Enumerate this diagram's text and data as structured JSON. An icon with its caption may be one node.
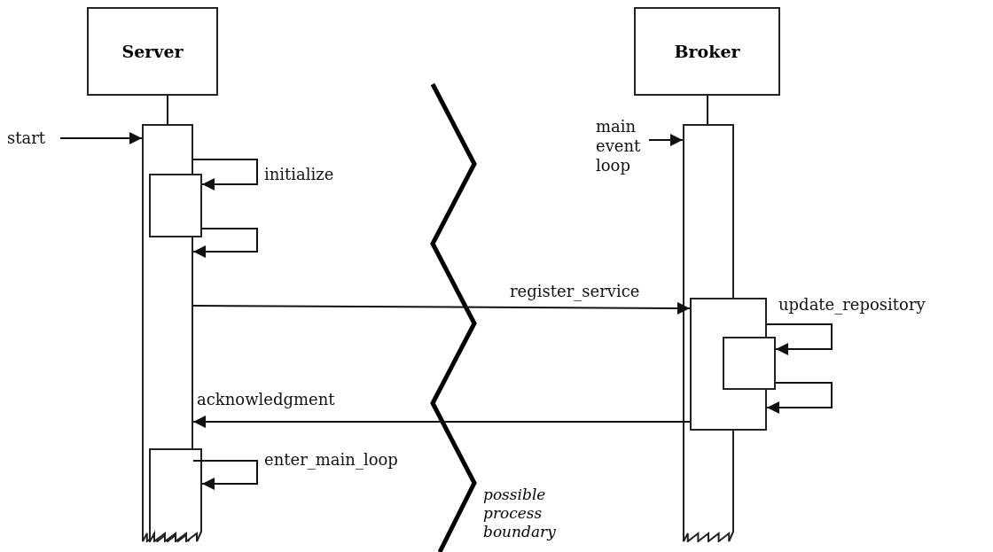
{
  "diagram": {
    "nodes": [
      {
        "text": [
          "Server"
        ]
      },
      {
        "text": [],
        "shape": "bar"
      },
      {
        "text": [],
        "shape": "bar"
      },
      {
        "text": [],
        "shape": "bar"
      },
      {
        "text": [
          "Broker"
        ]
      },
      {
        "text": [],
        "shape": "bar"
      },
      {
        "text": [],
        "shape": "bar"
      },
      {
        "text": [],
        "shape": "bar"
      },
      {
        "text": [
          "start"
        ]
      },
      {
        "text": [
          "main event loop"
        ]
      }
    ],
    "edges": [
      {
        "from": 0,
        "to": 1,
        "arrow": "none"
      },
      {
        "from": 8,
        "to": 1,
        "arrow": "to"
      },
      {
        "from": 1,
        "to": 2,
        "label": "initialize",
        "arrow": "to"
      },
      {
        "from": 2,
        "to": 1,
        "arrow": "to"
      },
      {
        "from": 1,
        "to": 6,
        "label": "register_service",
        "arrow": "to"
      },
      {
        "from": 6,
        "to": 7,
        "label": "update_repository",
        "arrow": "to"
      },
      {
        "from": 7,
        "to": 6,
        "arrow": "to"
      },
      {
        "from": 6,
        "to": 1,
        "label": "acknowledgment",
        "arrow": "to"
      },
      {
        "from": 1,
        "to": 3,
        "label": "enter_main_loop",
        "arrow": "to"
      },
      {
        "from": 4,
        "to": 5,
        "arrow": "none"
      },
      {
        "from": 9,
        "to": 5,
        "arrow": "to"
      }
    ],
    "labels": [
      "possible process boundary"
    ]
  }
}
